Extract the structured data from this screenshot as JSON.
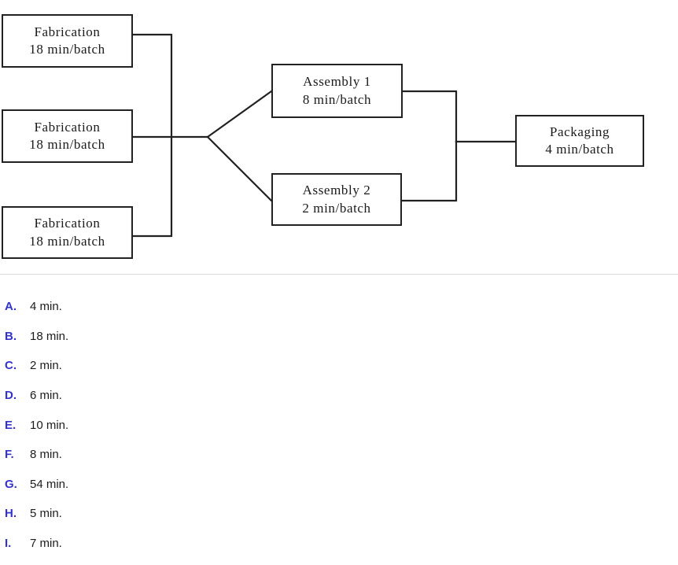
{
  "diagram": {
    "type": "process-flow",
    "title": "",
    "nodes": [
      {
        "id": "fab-1",
        "name": "Fabrication",
        "rate": "18 min/batch",
        "stage": "fabrication"
      },
      {
        "id": "fab-2",
        "name": "Fabrication",
        "rate": "18 min/batch",
        "stage": "fabrication"
      },
      {
        "id": "fab-3",
        "name": "Fabrication",
        "rate": "18 min/batch",
        "stage": "fabrication"
      },
      {
        "id": "asm-1",
        "name": "Assembly 1",
        "rate": "8 min/batch",
        "stage": "assembly"
      },
      {
        "id": "asm-2",
        "name": "Assembly 2",
        "rate": "2 min/batch",
        "stage": "assembly"
      },
      {
        "id": "pkg",
        "name": "Packaging",
        "rate": "4 min/batch",
        "stage": "packaging"
      }
    ],
    "edges": [
      {
        "from": "fab-1",
        "to": "assembly-junction"
      },
      {
        "from": "fab-2",
        "to": "assembly-junction"
      },
      {
        "from": "fab-3",
        "to": "assembly-junction"
      },
      {
        "from": "assembly-junction",
        "to": "asm-1"
      },
      {
        "from": "assembly-junction",
        "to": "asm-2"
      },
      {
        "from": "asm-1",
        "to": "packaging-junction"
      },
      {
        "from": "asm-2",
        "to": "packaging-junction"
      },
      {
        "from": "packaging-junction",
        "to": "pkg"
      }
    ],
    "line_color": "#222222",
    "box_border_color": "#222222",
    "background": "#ffffff"
  },
  "options": {
    "letter_color": "#3333cc",
    "items": [
      {
        "letter": "A.",
        "text": "4 min."
      },
      {
        "letter": "B.",
        "text": "18 min."
      },
      {
        "letter": "C.",
        "text": "2 min."
      },
      {
        "letter": "D.",
        "text": "6 min."
      },
      {
        "letter": "E.",
        "text": "10 min."
      },
      {
        "letter": "F.",
        "text": "8 min."
      },
      {
        "letter": "G.",
        "text": "54 min."
      },
      {
        "letter": "H.",
        "text": "5 min."
      },
      {
        "letter": "I.",
        "text": "7 min."
      }
    ]
  }
}
